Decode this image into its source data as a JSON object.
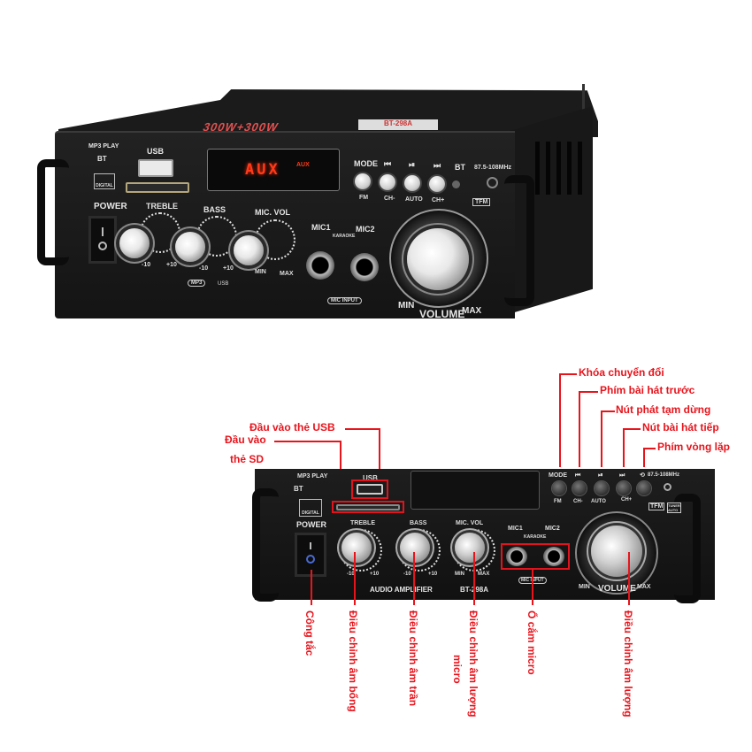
{
  "top_product": {
    "lid_text": "300W+300W",
    "brand_badge": "BT-298A",
    "labels": {
      "mp3_play": "MP3 PLAY",
      "bt": "BT",
      "usb": "USB",
      "digital": "DIGITAL",
      "power": "POWER",
      "treble": "TREBLE",
      "bass": "BASS",
      "mic_vol": "MIC. VOL",
      "mic1": "MIC1",
      "mic2": "MIC2",
      "karaoke": "KARAOKE",
      "mic_input": "MIC INPUT",
      "mode": "MODE",
      "fm": "FM",
      "ch_minus": "CH-",
      "auto": "AUTO",
      "ch_plus": "CH+",
      "bt_indicator": "BT",
      "freq": "87.5-108MHz",
      "tfm": "TFM",
      "volume": "VOLUME",
      "min": "MIN",
      "max": "MAX",
      "minus10": "-10",
      "plus10": "+10",
      "mp3_logo": "MP3",
      "usb_logo": "USB",
      "prev_icon": "⏮",
      "play_icon": "⏯",
      "next_icon": "⏭"
    },
    "display": {
      "main": "AUX",
      "indicator": "AUX"
    }
  },
  "bottom_product": {
    "labels": {
      "mp3_play": "MP3 PLAY",
      "bt": "BT",
      "usb": "USB",
      "digital": "DIGITAL",
      "power": "POWER",
      "treble": "TREBLE",
      "bass": "BASS",
      "mic_vol": "MIC. VOL",
      "mic1": "MIC1",
      "mic2": "MIC2",
      "karaoke": "KARAOKE",
      "mic_input": "MIC INPUT",
      "mode": "MODE",
      "fm": "FM",
      "ch_minus": "CH-",
      "auto": "AUTO",
      "ch_plus": "CH+",
      "freq": "87.5-108MHz",
      "tfm": "TFM",
      "tuner_auto": "TUNER AUTO",
      "volume": "VOLUME",
      "min": "MIN",
      "max": "MAX",
      "minus10": "-10",
      "plus10": "+10",
      "audio_amplifier": "AUDIO AMPLIFIER",
      "model": "BT-298A",
      "prev_icon": "⏮",
      "play_icon": "⏯",
      "next_icon": "⏭",
      "loop_icon": "⟲"
    }
  },
  "annotations": {
    "top_right": [
      "Khóa chuyển đổi",
      "Phím bài hát trước",
      "Nút phát tạm dừng",
      "Nút bài hát tiếp",
      "Phím vòng lặp"
    ],
    "usb_input": "Đầu vào thẻ USB",
    "sd_input_line1": "Đầu vào",
    "sd_input_line2": "thẻ SD",
    "bottom": {
      "power_switch": "Công tắc",
      "bass_adjust": "Điều chỉnh âm bổng",
      "treble_adjust": "Điều chỉnh âm trần",
      "mic_volume_line1": "Điều chỉnh âm lượng",
      "mic_volume_line2": "micro",
      "mic_jack": "Ổ cắm micro",
      "volume_adjust": "Điều chỉnh âm lượng"
    },
    "accent_color": "#e8141c"
  }
}
